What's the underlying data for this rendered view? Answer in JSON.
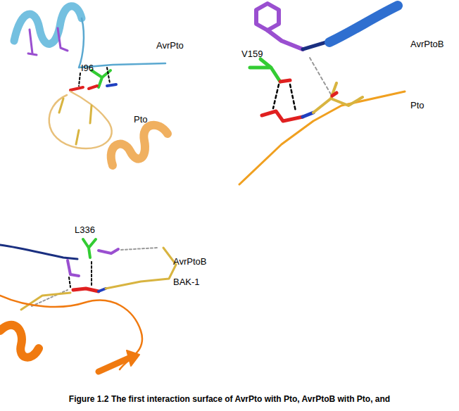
{
  "diagram": {
    "caption": "Figure 1.2 The first interaction surface of AvrPto with Pto, AvrPtoB with Pto, and",
    "labels": [
      "AvrPto",
      "I96",
      "Pto",
      "V159",
      "AvrPtoB",
      "Pto",
      "L336",
      "AvrPtoB",
      "BAK-1"
    ]
  }
}
